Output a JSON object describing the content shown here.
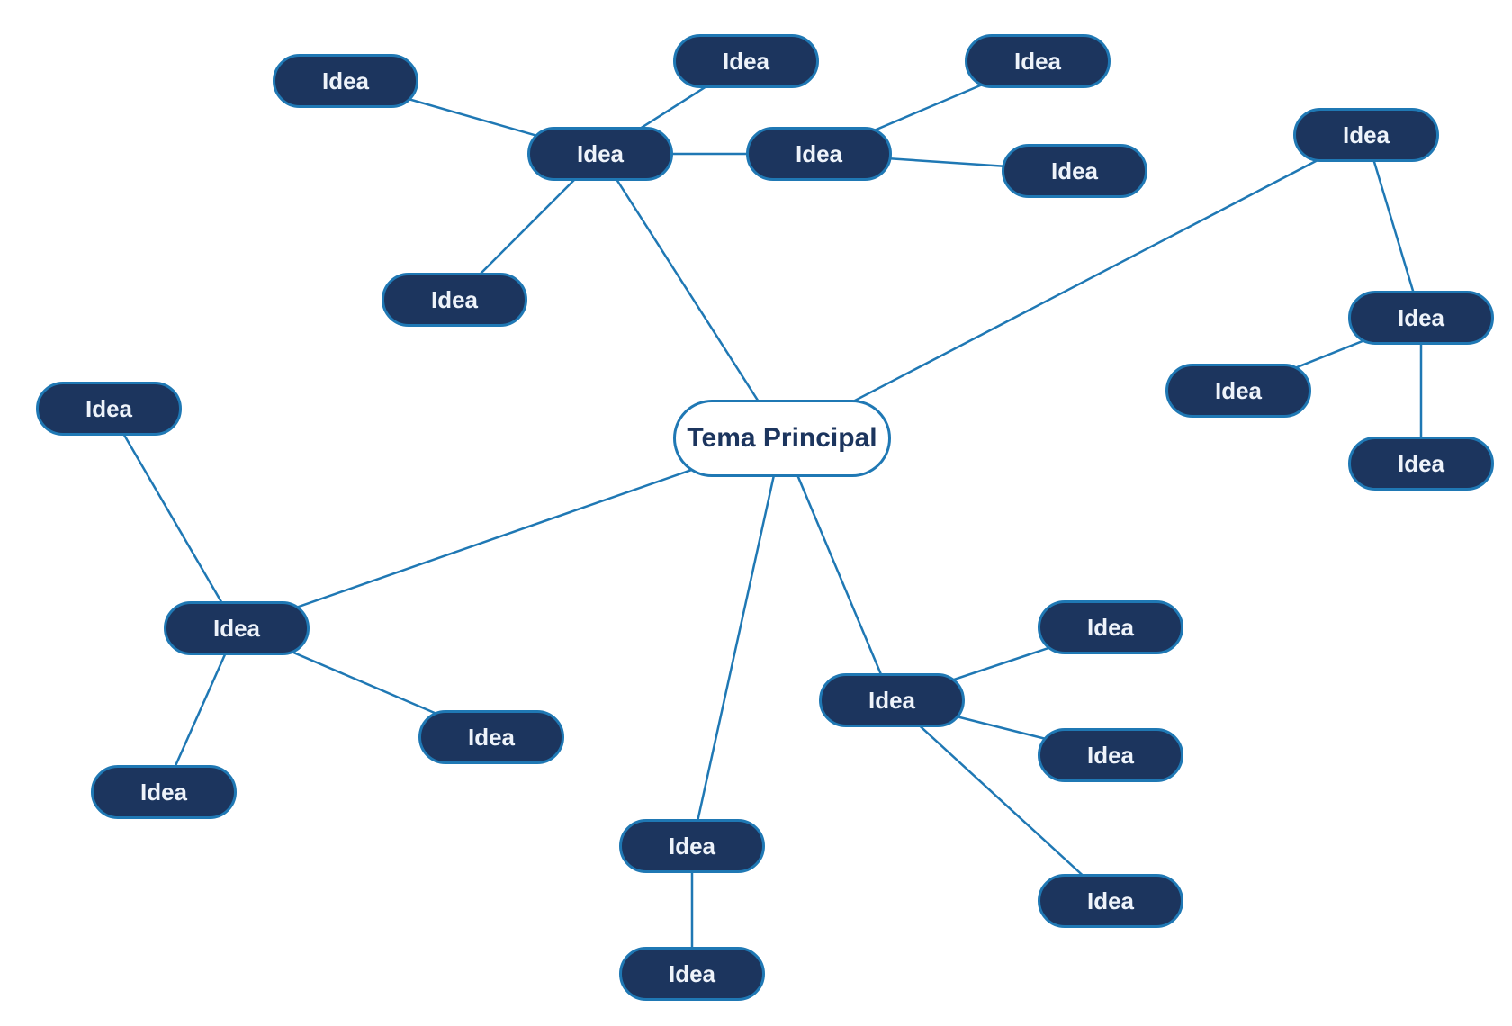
{
  "diagram": {
    "colors": {
      "edge": "#1f78b4",
      "node_fill": "#1c355e",
      "node_border": "#1f78b4",
      "node_text": "#eef3fa",
      "central_fill": "#ffffff",
      "central_text": "#1c355e"
    },
    "central": {
      "label": "Tema Principal"
    },
    "nodes": [
      {
        "id": "n1",
        "label": "Idea",
        "parent": "n2"
      },
      {
        "id": "n2",
        "label": "Idea",
        "parent": "central"
      },
      {
        "id": "n3",
        "label": "Idea",
        "parent": "n2"
      },
      {
        "id": "n4",
        "label": "Idea",
        "parent": "n2"
      },
      {
        "id": "n5",
        "label": "Idea",
        "parent": "n2"
      },
      {
        "id": "n6",
        "label": "Idea",
        "parent": "n5"
      },
      {
        "id": "n7",
        "label": "Idea",
        "parent": "n5"
      },
      {
        "id": "n8",
        "label": "Idea",
        "parent": "central"
      },
      {
        "id": "n9",
        "label": "Idea",
        "parent": "n8"
      },
      {
        "id": "n10",
        "label": "Idea",
        "parent": "n9"
      },
      {
        "id": "n11",
        "label": "Idea",
        "parent": "n9"
      },
      {
        "id": "n12",
        "label": "Idea",
        "parent": "central"
      },
      {
        "id": "n13",
        "label": "Idea",
        "parent": "n12"
      },
      {
        "id": "n14",
        "label": "Idea",
        "parent": "n12"
      },
      {
        "id": "n15",
        "label": "Idea",
        "parent": "n12"
      },
      {
        "id": "n16",
        "label": "Idea",
        "parent": "central"
      },
      {
        "id": "n17",
        "label": "Idea",
        "parent": "n16"
      },
      {
        "id": "n18",
        "label": "Idea",
        "parent": "central"
      },
      {
        "id": "n19",
        "label": "Idea",
        "parent": "n18"
      },
      {
        "id": "n20",
        "label": "Idea",
        "parent": "n18"
      },
      {
        "id": "n21",
        "label": "Idea",
        "parent": "n18"
      }
    ]
  }
}
